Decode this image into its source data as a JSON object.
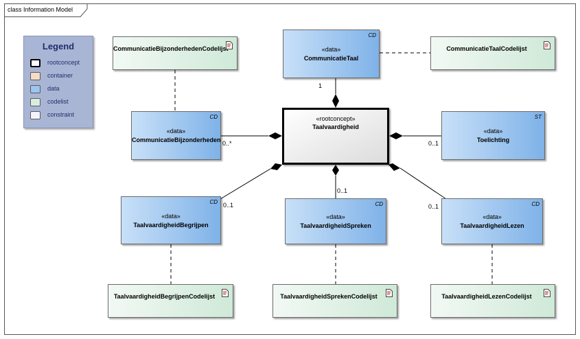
{
  "frame": {
    "title": "class Information Model"
  },
  "legend": {
    "title": "Legend",
    "items": [
      {
        "label": "rootconcept",
        "color": "#ffffff"
      },
      {
        "label": "container",
        "color": "#f4dcc6"
      },
      {
        "label": "data",
        "color": "#9cc5ef"
      },
      {
        "label": "codelist",
        "color": "#d7eedd"
      },
      {
        "label": "constraint",
        "color": "#f3f3fb"
      }
    ]
  },
  "root": {
    "stereotype": "«rootconcept»",
    "name": "Taalvaardigheid"
  },
  "data_classes": {
    "communicatie_taal": {
      "stereotype": "«data»",
      "name": "CommunicatieTaal",
      "tag": "CD"
    },
    "communicatie_bijzonderheden": {
      "stereotype": "«data»",
      "name": "CommunicatieBijzonderheden",
      "tag": "CD"
    },
    "toelichting": {
      "stereotype": "«data»",
      "name": "Toelichting",
      "tag": "ST"
    },
    "begrijpen": {
      "stereotype": "«data»",
      "name": "TaalvaardigheidBegrijpen",
      "tag": "CD"
    },
    "spreken": {
      "stereotype": "«data»",
      "name": "TaalvaardigheidSpreken",
      "tag": "CD"
    },
    "lezen": {
      "stereotype": "«data»",
      "name": "TaalvaardigheidLezen",
      "tag": "CD"
    }
  },
  "codelists": {
    "bijzonderheden": "CommunicatieBijzonderhedenCodelijst",
    "taal": "CommunicatieTaalCodelijst",
    "begrijpen": "TaalvaardigheidBegrijpenCodelijst",
    "spreken": "TaalvaardigheidSprekenCodelijst",
    "lezen": "TaalvaardigheidLezenCodelijst"
  },
  "multiplicities": {
    "taal": "1",
    "bijzonderheden": "0..*",
    "toelichting": "0..1",
    "begrijpen": "0..1",
    "spreken": "0..1",
    "lezen": "0..1"
  }
}
